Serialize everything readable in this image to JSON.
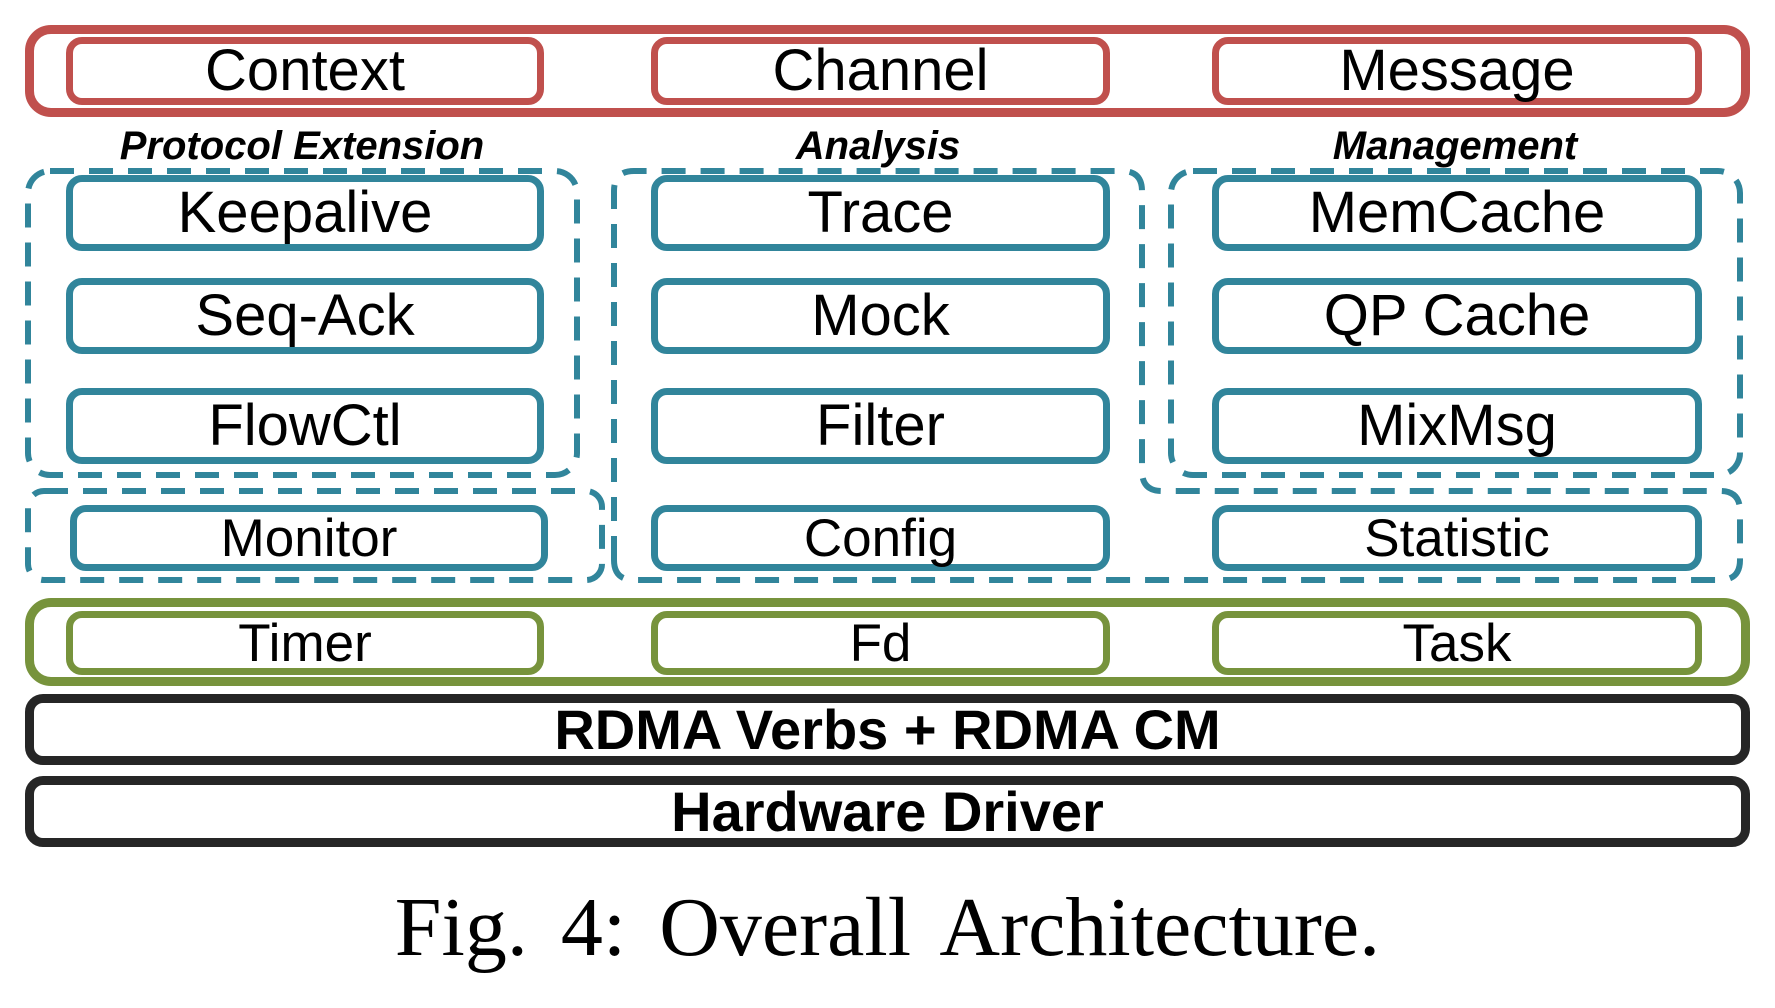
{
  "figure": {
    "caption": "Fig. 4: Overall Architecture.",
    "pipeline": {
      "items": [
        "Context",
        "Channel",
        "Message"
      ]
    },
    "groups": [
      {
        "label": "Protocol Extension",
        "items": [
          "Keepalive",
          "Seq-Ack",
          "FlowCtl"
        ]
      },
      {
        "label": "Analysis",
        "items": [
          "Trace",
          "Mock",
          "Filter"
        ]
      },
      {
        "label": "Management",
        "items": [
          "MemCache",
          "QP Cache",
          "MixMsg"
        ]
      }
    ],
    "support_row": {
      "items": [
        "Monitor",
        "Config",
        "Statistic"
      ]
    },
    "event_row": {
      "items": [
        "Timer",
        "Fd",
        "Task"
      ]
    },
    "stack": {
      "items": [
        "RDMA Verbs + RDMA CM",
        "Hardware Driver"
      ]
    },
    "colors": {
      "pipeline_border": "#C0504D",
      "arrow": "#C00000",
      "module_border": "#31859B",
      "event_border": "#77933C",
      "stack_border": "#262626"
    }
  }
}
